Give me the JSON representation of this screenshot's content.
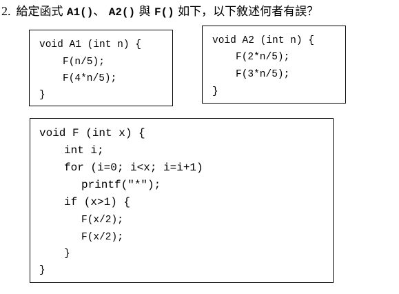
{
  "question": {
    "number": "2.",
    "text_prefix": "給定函式",
    "fn_a1": "A1()",
    "sep1": "、",
    "fn_a2": "A2()",
    "sep2": "與",
    "fn_f": "F()",
    "text_suffix": "如下，以下敘述何者有誤？"
  },
  "code_a1": [
    "void A1 (int n) {",
    "F(n/5);",
    "F(4*n/5);",
    "}"
  ],
  "code_a2": [
    "void A2 (int n) {",
    "F(2*n/5);",
    "F(3*n/5);",
    "}"
  ],
  "code_f": [
    "void F (int x) {",
    "int i;",
    "for (i=0; i<x; i=i+1)",
    "printf(\"*\");",
    "if (x>1) {",
    "F(x/2);",
    "F(x/2);",
    "}",
    "}"
  ]
}
